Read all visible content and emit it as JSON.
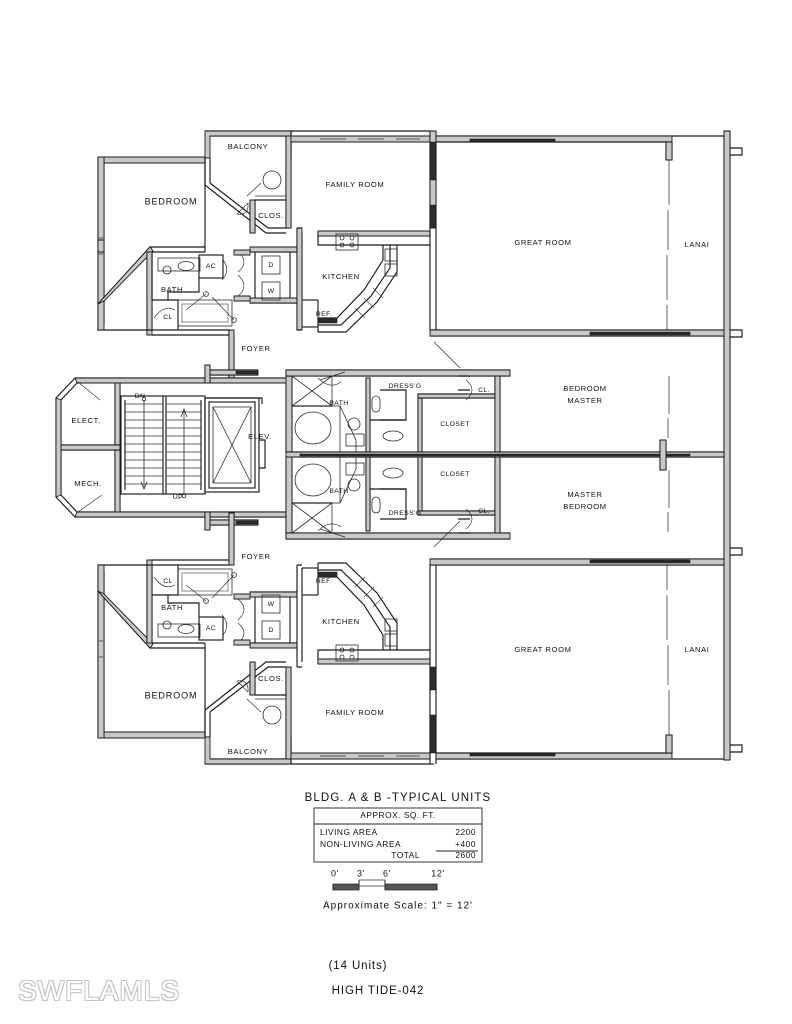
{
  "document": {
    "type": "architectural-floor-plan",
    "title": "BLDG. A & B  -TYPICAL UNITS",
    "plan_unit_count": "(14 Units)",
    "plan_name": "HIGH TIDE-042",
    "watermark": "SWFLAMLS",
    "background_color": "#ffffff",
    "line_color": "#1a1a1a",
    "wall_fill_color": "#c9c9c9"
  },
  "area_table": {
    "header": "APPROX. SQ. FT.",
    "rows": [
      {
        "label": "LIVING AREA",
        "value": "2200"
      },
      {
        "label": "NON-LIVING AREA",
        "value": "+400"
      },
      {
        "label": "TOTAL",
        "value": "2600"
      }
    ]
  },
  "scale_bar": {
    "ticks": [
      "0'",
      "3'",
      "6'",
      "12'"
    ],
    "note": "Approximate Scale:  1\" =  12'"
  },
  "rooms": {
    "upper_unit": [
      {
        "key": "balcony",
        "label": "BALCONY"
      },
      {
        "key": "bedroom",
        "label": "BEDROOM"
      },
      {
        "key": "closet",
        "label": "CLOS."
      },
      {
        "key": "bath",
        "label": "BATH"
      },
      {
        "key": "bath_closet",
        "label": "CL"
      },
      {
        "key": "ac",
        "label": "AC"
      },
      {
        "key": "dryer",
        "label": "D"
      },
      {
        "key": "washer",
        "label": "W"
      },
      {
        "key": "foyer",
        "label": "FOYER"
      },
      {
        "key": "family_room",
        "label": "FAMILY ROOM"
      },
      {
        "key": "kitchen",
        "label": "KITCHEN"
      },
      {
        "key": "refrigerator",
        "label": "REF."
      },
      {
        "key": "great_room",
        "label": "GREAT ROOM"
      },
      {
        "key": "lanai",
        "label": "LANAI"
      }
    ],
    "upper_master": [
      {
        "key": "bath",
        "label": "BATH"
      },
      {
        "key": "dressing",
        "label": "DRESS'G"
      },
      {
        "key": "linen_closet",
        "label": "CL."
      },
      {
        "key": "closet",
        "label": "CLOSET"
      },
      {
        "key": "master_bedroom",
        "label_line1": "BEDROOM",
        "label_line2": "MASTER"
      }
    ],
    "lower_master": [
      {
        "key": "bath",
        "label": "BATH"
      },
      {
        "key": "dressing",
        "label": "DRESS'G"
      },
      {
        "key": "linen_closet",
        "label": "CL."
      },
      {
        "key": "closet",
        "label": "CLOSET"
      },
      {
        "key": "master_bedroom",
        "label_line1": "MASTER",
        "label_line2": "BEDROOM"
      }
    ],
    "core": [
      {
        "key": "electrical",
        "label": "ELECT."
      },
      {
        "key": "mechanical",
        "label": "MECH."
      },
      {
        "key": "elevator",
        "label": "ELEV."
      },
      {
        "key": "stair_down",
        "label": "DN"
      },
      {
        "key": "stair_up",
        "label": "UP"
      }
    ],
    "lower_unit": [
      {
        "key": "foyer",
        "label": "FOYER"
      },
      {
        "key": "bath_closet",
        "label": "CL"
      },
      {
        "key": "bath",
        "label": "BATH"
      },
      {
        "key": "ac",
        "label": "AC"
      },
      {
        "key": "washer",
        "label": "W"
      },
      {
        "key": "dryer",
        "label": "D"
      },
      {
        "key": "refrigerator",
        "label": "REF."
      },
      {
        "key": "kitchen",
        "label": "KITCHEN"
      },
      {
        "key": "closet",
        "label": "CLOS."
      },
      {
        "key": "bedroom",
        "label": "BEDROOM"
      },
      {
        "key": "balcony",
        "label": "BALCONY"
      },
      {
        "key": "family_room",
        "label": "FAMILY ROOM"
      },
      {
        "key": "great_room",
        "label": "GREAT ROOM"
      },
      {
        "key": "lanai",
        "label": "LANAI"
      }
    ]
  }
}
